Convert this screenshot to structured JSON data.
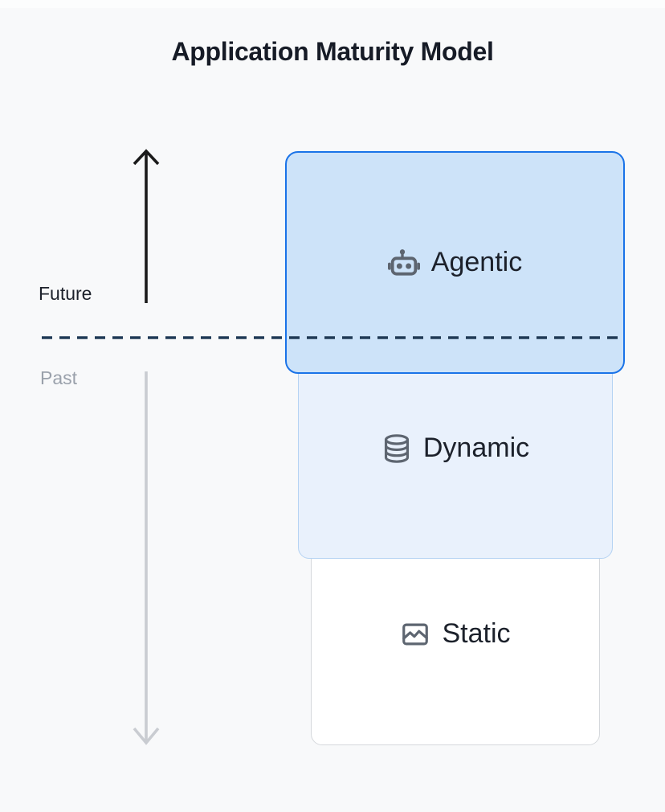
{
  "title": "Application Maturity Model",
  "timeline": {
    "future_label": "Future",
    "past_label": "Past"
  },
  "levels": [
    {
      "id": "agentic",
      "label": "Agentic",
      "icon": "robot-icon"
    },
    {
      "id": "dynamic",
      "label": "Dynamic",
      "icon": "database-icon"
    },
    {
      "id": "static",
      "label": "Static",
      "icon": "image-icon"
    }
  ],
  "colors": {
    "background": "#f8f9fa",
    "title_text": "#161b26",
    "label_text": "#1c212b",
    "muted_text": "#9aa1ab",
    "accent_blue": "#1a73e8",
    "agentic_fill": "#cde3f9",
    "dynamic_fill": "#e9f1fc",
    "dynamic_border": "#b5d3f3",
    "static_fill": "#ffffff",
    "static_border": "#d5d8dc",
    "divider_line": "#203a56",
    "future_arrow": "#1a1a1a",
    "past_arrow": "#c9ccd1",
    "icon_gray": "#5d6570"
  }
}
